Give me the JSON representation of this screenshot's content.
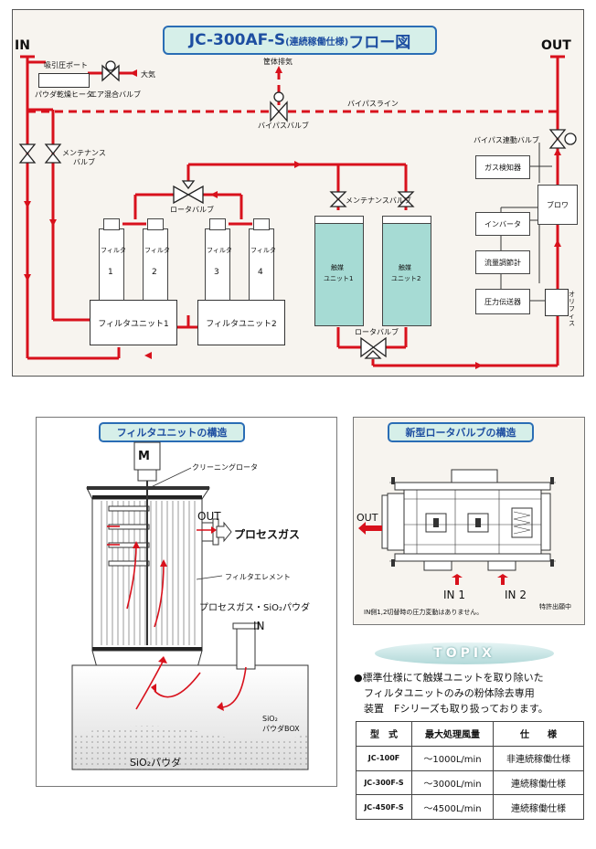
{
  "flow": {
    "title_main": "JC-300AF-S",
    "title_paren": "(連続稼働仕様)",
    "title_suffix": "フロー図",
    "in_label": "IN",
    "out_label": "OUT",
    "suction_port": "吸引圧ポート",
    "heater": "パウダ乾燥ヒータ",
    "air_mix_valve": "エア混合バルブ",
    "atmosphere": "大気",
    "bypass_exhaust": "筐体排気",
    "bypass_line": "バイパスライン",
    "bypass_valve": "バイパスバルブ",
    "bypass_link_valve": "バイパス連動バルブ",
    "maint_valve_1": "メンテナンス",
    "maint_valve_1b": "バルブ",
    "maint_valve_2": "メンテナンスバルブ",
    "rota_valve": "ロータバルブ",
    "rota_valve_2": "ロータバルブ",
    "filter_label": "フィルタ",
    "filter_nums": [
      "1",
      "2",
      "3",
      "4"
    ],
    "filter_unit_1": "フィルタユニット1",
    "filter_unit_2": "フィルタユニット2",
    "catalyst_1a": "触媒",
    "catalyst_1b": "ユニット1",
    "catalyst_2a": "触媒",
    "catalyst_2b": "ユニット2",
    "gas_detector": "ガス検知器",
    "blower": "ブロワ",
    "inverter": "インバータ",
    "flow_regulator": "流量調節計",
    "pressure_transmitter": "圧力伝送器",
    "orifice": "オリフィス"
  },
  "filter_struct": {
    "title": "フィルタユニットの構造",
    "motor": "M",
    "cleaning_rotor": "クリーニングロータ",
    "out_label": "OUT",
    "process_gas": "プロセスガス",
    "filter_element": "フィルタエレメント",
    "process_gas_sio2": "プロセスガス・SiO₂パウダ",
    "in_label": "IN",
    "sio2_box_a": "SiO₂",
    "sio2_box_b": "パウダBOX",
    "sio2_powder": "SiO₂パウダ"
  },
  "rota_struct": {
    "title": "新型ロータバルブの構造",
    "out_label": "OUT",
    "in1": "IN 1",
    "in2": "IN 2",
    "note": "IN側1,2切替時の圧力変動はありません。",
    "patent": "特許出願中"
  },
  "topix": {
    "badge": "TOPIX",
    "text_lines": [
      "●標準仕様にて触媒ユニットを取り除いた",
      "フィルタユニットのみの粉体除去専用",
      "装置　Fシリーズも取り扱っております。"
    ]
  },
  "spec_table": {
    "headers": [
      "型　式",
      "最大処理風量",
      "仕　　様"
    ],
    "rows": [
      [
        "JC-100F",
        "～1000L/min",
        "非連続稼働仕様"
      ],
      [
        "JC-300F-S",
        "～3000L/min",
        "連続稼働仕様"
      ],
      [
        "JC-450F-S",
        "～4500L/min",
        "連続稼働仕様"
      ]
    ]
  },
  "colors": {
    "pipe": "#d8111c",
    "title_blue": "#1d4ea1",
    "catalyst": "#a6dbd4",
    "panel_bg": "#f7f4ef"
  }
}
